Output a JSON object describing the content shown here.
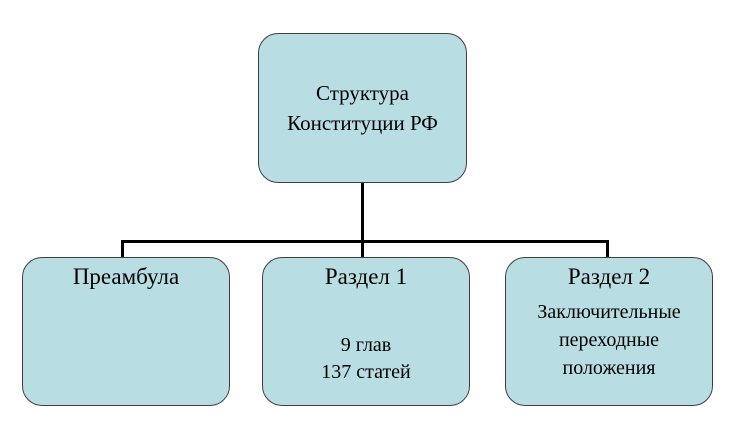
{
  "diagram": {
    "type": "hierarchy",
    "root": {
      "line1": "Структура",
      "line2": "Конституции РФ"
    },
    "children": [
      {
        "title": "Преамбула"
      },
      {
        "title": "Раздел 1",
        "sub1": "9 глав",
        "sub2": "137 статей"
      },
      {
        "title": "Раздел 2",
        "sub1": "Заключительные",
        "sub2": "переходные",
        "sub3": "положения"
      }
    ],
    "colors": {
      "box_fill": "#B8DEE3",
      "box_border": "#3F3F3F",
      "connector": "#000000",
      "text": "#000000",
      "background": "#FFFFFF"
    }
  }
}
